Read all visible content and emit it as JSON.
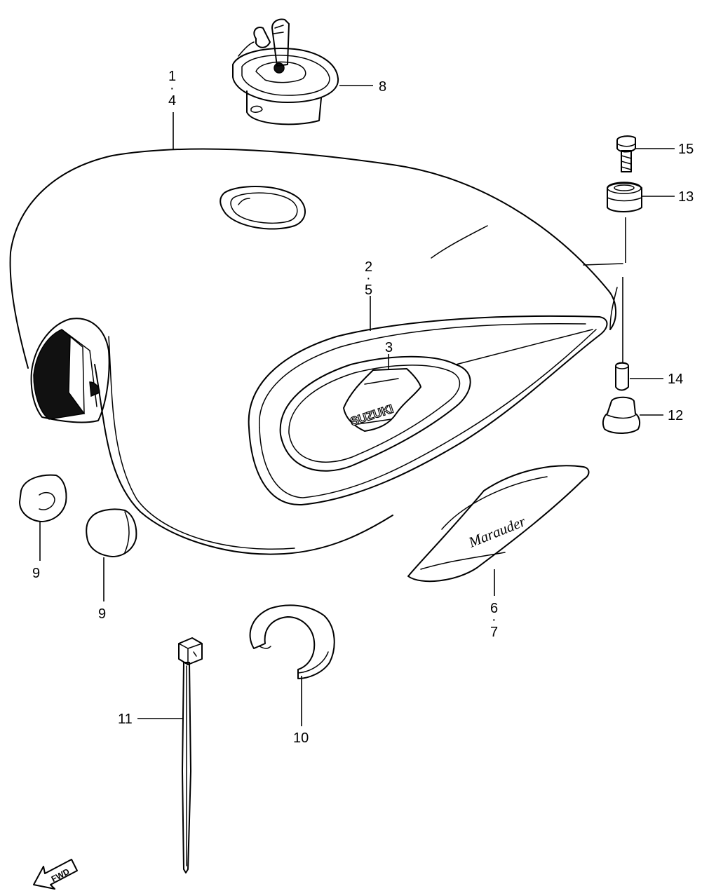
{
  "callouts": [
    {
      "id": "c1",
      "text": "1"
    },
    {
      "id": "c1dot",
      "text": "·"
    },
    {
      "id": "c4",
      "text": "4"
    },
    {
      "id": "c8",
      "text": "8"
    },
    {
      "id": "c15",
      "text": "15"
    },
    {
      "id": "c13",
      "text": "13"
    },
    {
      "id": "c2",
      "text": "2"
    },
    {
      "id": "c2dot",
      "text": "·"
    },
    {
      "id": "c5",
      "text": "5"
    },
    {
      "id": "c3",
      "text": "3"
    },
    {
      "id": "c14",
      "text": "14"
    },
    {
      "id": "c12",
      "text": "12"
    },
    {
      "id": "c9a",
      "text": "9"
    },
    {
      "id": "c9b",
      "text": "9"
    },
    {
      "id": "c6",
      "text": "6"
    },
    {
      "id": "c6dot",
      "text": "·"
    },
    {
      "id": "c7",
      "text": "7"
    },
    {
      "id": "c11",
      "text": "11"
    },
    {
      "id": "c10",
      "text": "10"
    }
  ],
  "emblem_text": "SUZUKI",
  "marauder_text": "Marauder",
  "fwd_label": "FWD"
}
